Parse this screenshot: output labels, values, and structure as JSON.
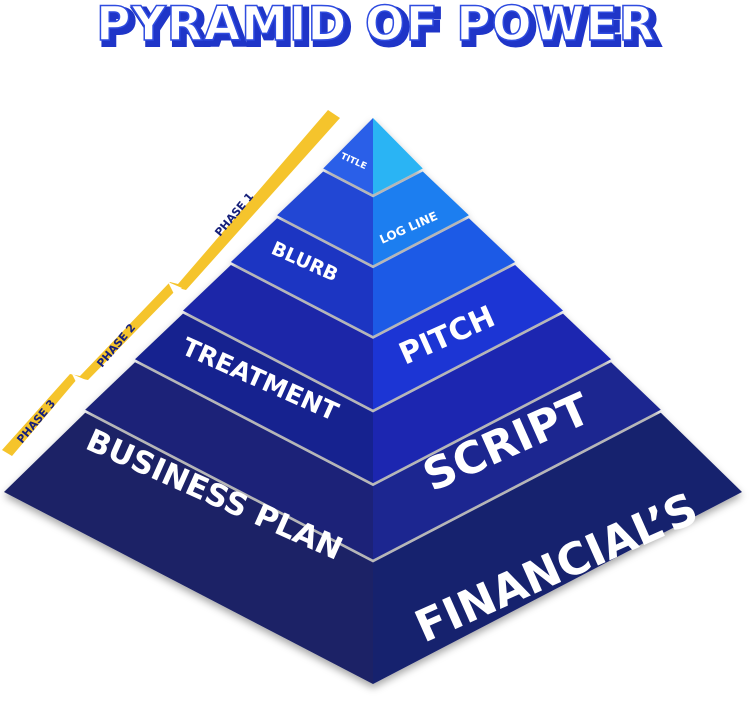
{
  "title": "PYRAMID OF POWER",
  "colors": {
    "title_fill": "#ffffff",
    "title_outline": "#1f35c8",
    "arrow": "#f5c42c",
    "phase_text": "#16207a"
  },
  "phases": [
    {
      "label": "PHASE 1"
    },
    {
      "label": "PHASE 2"
    },
    {
      "label": "PHASE 3"
    }
  ],
  "tiers": [
    {
      "left": "",
      "right": "TITLE",
      "left_color": "#2a5fe8",
      "right_color": "#29b4f4"
    },
    {
      "left": "",
      "right": "LOG LINE",
      "left_color": "#2046d4",
      "right_color": "#1f7ef0"
    },
    {
      "left": "BLURB",
      "right": "",
      "left_color": "#1c36c2",
      "right_color": "#1c5ae6"
    },
    {
      "left": "",
      "right": "PITCH",
      "left_color": "#1a27a8",
      "right_color": "#1b35d4"
    },
    {
      "left": "TREATMENT",
      "right": "",
      "left_color": "#18218f",
      "right_color": "#1a27b0"
    },
    {
      "left": "",
      "right": "SCRIPT",
      "left_color": "#1a2478",
      "right_color": "#1a2590"
    },
    {
      "left": "BUSINESS PLAN",
      "right": "FINANCIAL’S",
      "left_color": "#1a2266",
      "right_color": "#19206e"
    }
  ]
}
